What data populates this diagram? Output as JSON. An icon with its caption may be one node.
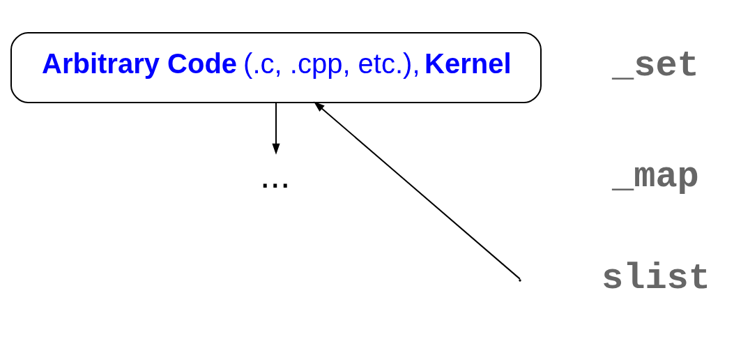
{
  "diagram": {
    "nodes": [
      {
        "text": [
          "**Arbitrary Code** (.c, .cpp, etc.), **Kernel**"
        ]
      },
      {
        "text": [
          "..."
        ]
      }
    ],
    "edges": [
      {
        "from": null,
        "to": 0,
        "arrow": "to"
      },
      {
        "from": 0,
        "to": 1,
        "arrow": "to"
      }
    ],
    "labels": [
      "_set",
      "_map",
      "slist"
    ]
  }
}
